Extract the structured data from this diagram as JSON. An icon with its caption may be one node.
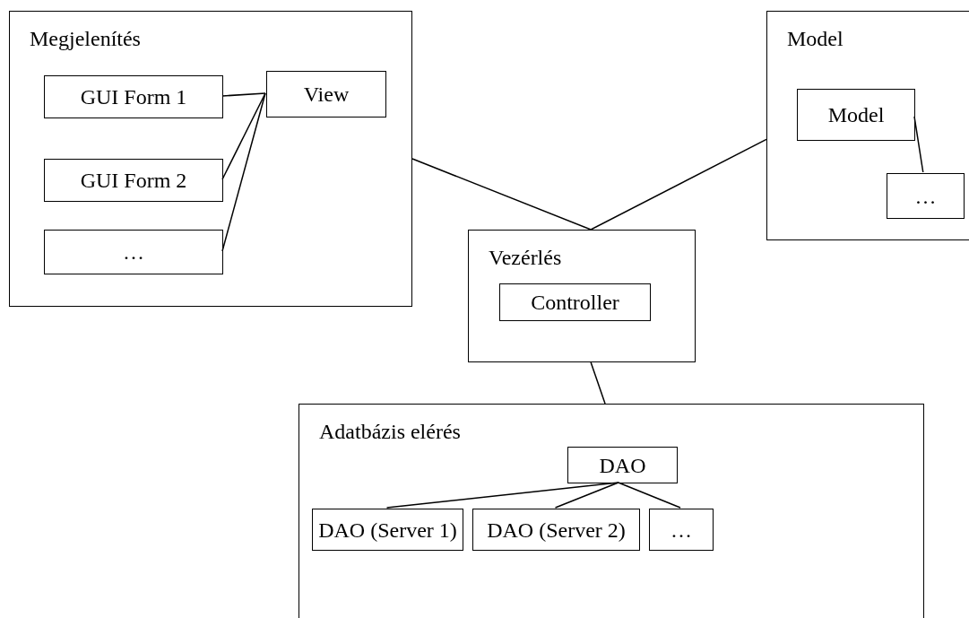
{
  "diagram": {
    "nodes": [
      {
        "text": [
          "Megjelenítés"
        ]
      },
      {
        "text": [
          "GUI Form 1"
        ],
        "in": 0
      },
      {
        "text": [
          "View"
        ],
        "in": 0
      },
      {
        "text": [
          "GUI Form 2"
        ],
        "in": 0
      },
      {
        "text": [
          "…"
        ],
        "in": 0
      },
      {
        "text": [
          "Model"
        ]
      },
      {
        "text": [
          "Model"
        ],
        "in": 5
      },
      {
        "text": [
          "…"
        ],
        "in": 5
      },
      {
        "text": [
          "Vezérlés"
        ]
      },
      {
        "text": [
          "Controller"
        ],
        "in": 8
      },
      {
        "text": [
          "Adatbázis elérés"
        ]
      },
      {
        "text": [
          "DAO"
        ],
        "in": 10
      },
      {
        "text": [
          "DAO (Server 1)"
        ],
        "in": 10
      },
      {
        "text": [
          "DAO (Server 2)"
        ],
        "in": 10
      },
      {
        "text": [
          "…"
        ],
        "in": 10
      }
    ],
    "edges": [
      {
        "from": 1,
        "to": 2,
        "arrow": "none"
      },
      {
        "from": 3,
        "to": 2,
        "arrow": "none"
      },
      {
        "from": 4,
        "to": 2,
        "arrow": "none"
      },
      {
        "from": 0,
        "to": 8,
        "arrow": "none"
      },
      {
        "from": 5,
        "to": 8,
        "arrow": "none"
      },
      {
        "from": 6,
        "to": 7,
        "arrow": "none"
      },
      {
        "from": 8,
        "to": 10,
        "arrow": "none"
      },
      {
        "from": 11,
        "to": 12,
        "arrow": "none"
      },
      {
        "from": 11,
        "to": 13,
        "arrow": "none"
      },
      {
        "from": 11,
        "to": 14,
        "arrow": "none"
      }
    ]
  }
}
